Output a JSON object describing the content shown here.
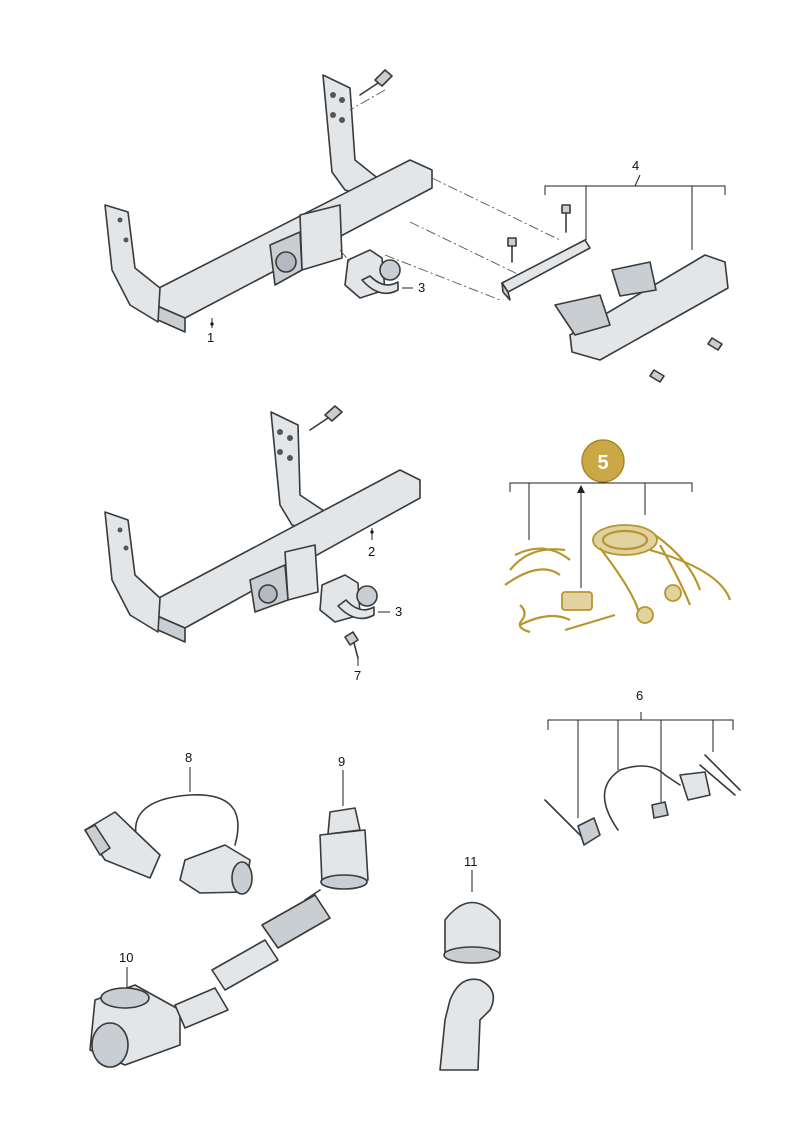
{
  "callouts": {
    "c1": "1",
    "c2": "2",
    "c3a": "3",
    "c3b": "3",
    "c4": "4",
    "c5": "5",
    "c6": "6",
    "c7": "7",
    "c8": "8",
    "c9": "9",
    "c10": "10",
    "c11": "11"
  },
  "colors": {
    "highlight": "#c9a845",
    "highlight_dark": "#b8962e",
    "part_fill": "#e3e6e9",
    "outline": "#3a3a3a"
  },
  "icons": [
    "bolt-icon",
    "tow-ball-icon",
    "ball-cover-icon",
    "plug-icon"
  ]
}
